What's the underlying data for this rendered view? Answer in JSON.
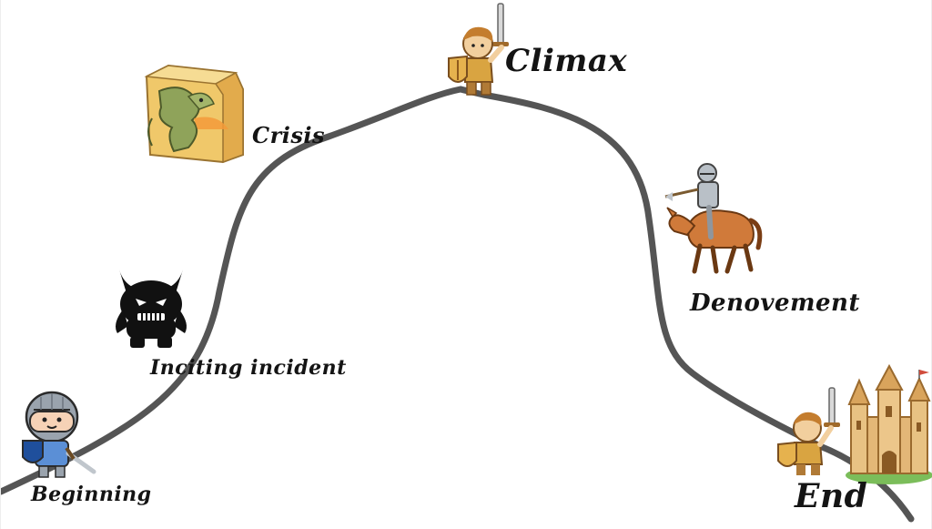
{
  "stages": [
    {
      "id": "beginning",
      "label": "Beginning",
      "icon": "knight-icon"
    },
    {
      "id": "inciting",
      "label": "Inciting incident",
      "icon": "monster-icon"
    },
    {
      "id": "crisis",
      "label": "Crisis",
      "icon": "dragon-cube-icon"
    },
    {
      "id": "climax",
      "label": "Climax",
      "icon": "hero-sword-raised-icon"
    },
    {
      "id": "denovement",
      "label": "Denovement",
      "icon": "horse-rider-icon"
    },
    {
      "id": "end",
      "label": "End",
      "icon": "castle-icon"
    }
  ],
  "colors": {
    "curve": "#555555",
    "label": "#141414",
    "monster": "#111111",
    "knight_armor": "#9aa3ad",
    "knight_tunic": "#5b8fd6",
    "hero_gold": "#d9a441",
    "horse": "#d07a3a",
    "castle": "#e3b777",
    "dragon_block": "#f0c86a"
  }
}
